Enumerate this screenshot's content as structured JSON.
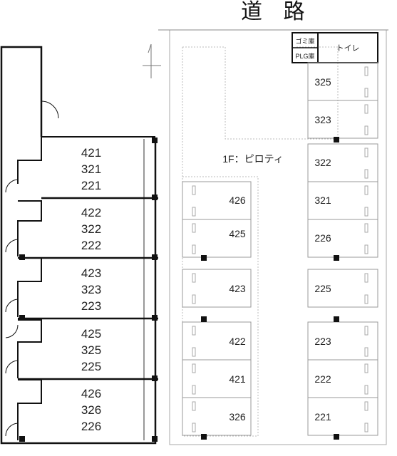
{
  "road_label": "道 路",
  "left_building": {
    "units": [
      [
        "421",
        "321",
        "221"
      ],
      [
        "422",
        "322",
        "222"
      ],
      [
        "423",
        "323",
        "223"
      ],
      [
        "425",
        "325",
        "225"
      ],
      [
        "426",
        "326",
        "226"
      ]
    ]
  },
  "site": {
    "garbage_label": "ゴミ庫",
    "plg_label": "PLG庫",
    "toilet_label": "トイレ",
    "piloti_label": "1F：ピロティ",
    "right_column_slots": [
      "325",
      "323",
      "322",
      "321",
      "226",
      "225",
      "223",
      "222",
      "221"
    ],
    "middle_column_slots": [
      "426",
      "425",
      "423",
      "422",
      "421",
      "326"
    ]
  },
  "colors": {
    "line": "#111111",
    "thin": "#aaaaaa",
    "dotted": "#bbbbbb"
  }
}
